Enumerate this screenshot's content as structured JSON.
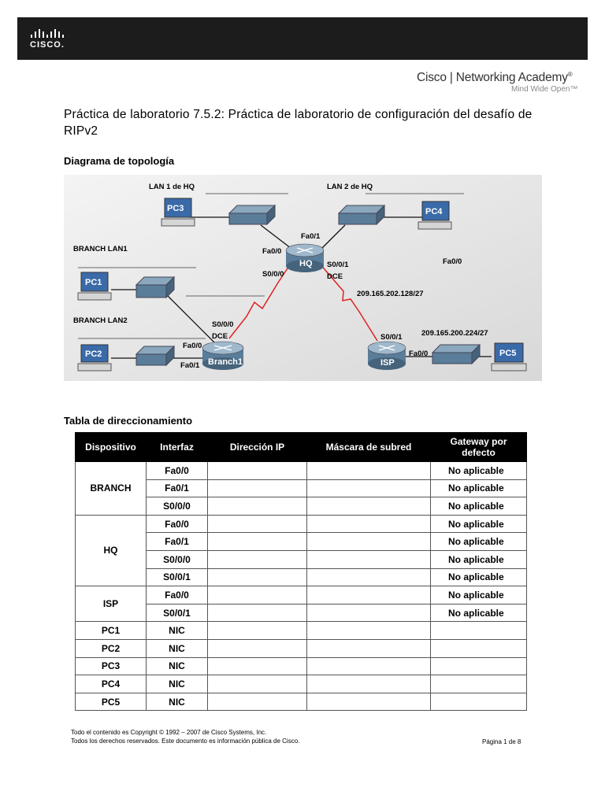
{
  "header": {
    "logo_word": "CISCO.",
    "brand_title": "Cisco | Networking Academy",
    "brand_reg": "®",
    "brand_tagline": "Mind Wide Open™"
  },
  "document": {
    "title": "Práctica de laboratorio 7.5.2: Práctica de laboratorio de configuración del desafío de RIPv2",
    "topology_heading": "Diagrama de topología",
    "addressing_heading": "Tabla de direccionamiento"
  },
  "diagram": {
    "labels": {
      "lan1_hq": "LAN 1 de HQ",
      "lan2_hq": "LAN 2 de HQ",
      "branch_lan1": "BRANCH LAN1",
      "branch_lan2": "BRANCH LAN2",
      "hq_fa01": "Fa0/1",
      "hq_fa00": "Fa0/0",
      "hq_s000": "S0/0/0",
      "hq_s001": "S0/0/1",
      "hq_dce": "DCE",
      "orphan_fa00": "Fa0/0",
      "net_hq_isp": "209.165.202.128/27",
      "br_s000": "S0/0/0",
      "br_dce": "DCE",
      "br_fa00": "Fa0/0",
      "br_fa01": "Fa0/1",
      "isp_s001": "S0/0/1",
      "net_isp_lan": "209.165.200.224/27",
      "isp_fa00": "Fa0/0"
    },
    "routers": {
      "hq": "HQ",
      "branch": "Branch1",
      "isp": "ISP"
    },
    "pcs": {
      "pc1": "PC1",
      "pc2": "PC2",
      "pc3": "PC3",
      "pc4": "PC4",
      "pc5": "PC5"
    },
    "colors": {
      "wan_link": "#e02020",
      "router": "#5a7d99",
      "pc_screen": "#3a6aa8"
    }
  },
  "table": {
    "headers": [
      "Dispositivo",
      "Interfaz",
      "Dirección IP",
      "Máscara de subred",
      "Gateway por defecto"
    ],
    "groups": [
      {
        "device": "BRANCH",
        "rows": [
          {
            "iface": "Fa0/0",
            "ip": "",
            "mask": "",
            "gw": "No aplicable"
          },
          {
            "iface": "Fa0/1",
            "ip": "",
            "mask": "",
            "gw": "No aplicable"
          },
          {
            "iface": "S0/0/0",
            "ip": "",
            "mask": "",
            "gw": "No aplicable"
          }
        ]
      },
      {
        "device": "HQ",
        "rows": [
          {
            "iface": "Fa0/0",
            "ip": "",
            "mask": "",
            "gw": "No aplicable"
          },
          {
            "iface": "Fa0/1",
            "ip": "",
            "mask": "",
            "gw": "No aplicable"
          },
          {
            "iface": "S0/0/0",
            "ip": "",
            "mask": "",
            "gw": "No aplicable"
          },
          {
            "iface": "S0/0/1",
            "ip": "",
            "mask": "",
            "gw": "No aplicable"
          }
        ]
      },
      {
        "device": "ISP",
        "rows": [
          {
            "iface": "Fa0/0",
            "ip": "",
            "mask": "",
            "gw": "No aplicable"
          },
          {
            "iface": "S0/0/1",
            "ip": "",
            "mask": "",
            "gw": "No aplicable"
          }
        ]
      },
      {
        "device": "PC1",
        "rows": [
          {
            "iface": "NIC",
            "ip": "",
            "mask": "",
            "gw": ""
          }
        ]
      },
      {
        "device": "PC2",
        "rows": [
          {
            "iface": "NIC",
            "ip": "",
            "mask": "",
            "gw": ""
          }
        ]
      },
      {
        "device": "PC3",
        "rows": [
          {
            "iface": "NIC",
            "ip": "",
            "mask": "",
            "gw": ""
          }
        ]
      },
      {
        "device": "PC4",
        "rows": [
          {
            "iface": "NIC",
            "ip": "",
            "mask": "",
            "gw": ""
          }
        ]
      },
      {
        "device": "PC5",
        "rows": [
          {
            "iface": "NIC",
            "ip": "",
            "mask": "",
            "gw": ""
          }
        ]
      }
    ]
  },
  "footer": {
    "line1": "Todo el contenido es Copyright © 1992 – 2007 de Cisco Systems, Inc.",
    "line2": "Todos los derechos reservados. Este documento es información pública de Cisco.",
    "page": "Página 1 de 8"
  }
}
